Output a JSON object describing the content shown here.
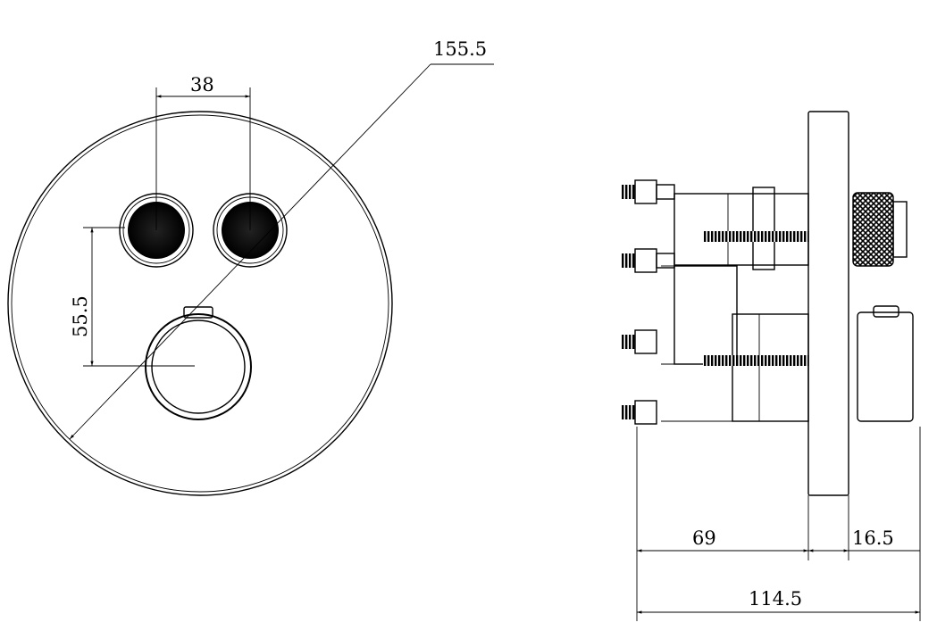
{
  "front_view": {
    "diameter_label": "155.5",
    "button_spacing_label": "38",
    "button_to_knob_label": "55.5"
  },
  "side_view": {
    "body_depth_label": "69",
    "trim_depth_label": "16.5",
    "total_depth_label": "114.5"
  },
  "colors": {
    "line": "#000000",
    "background": "#ffffff"
  }
}
